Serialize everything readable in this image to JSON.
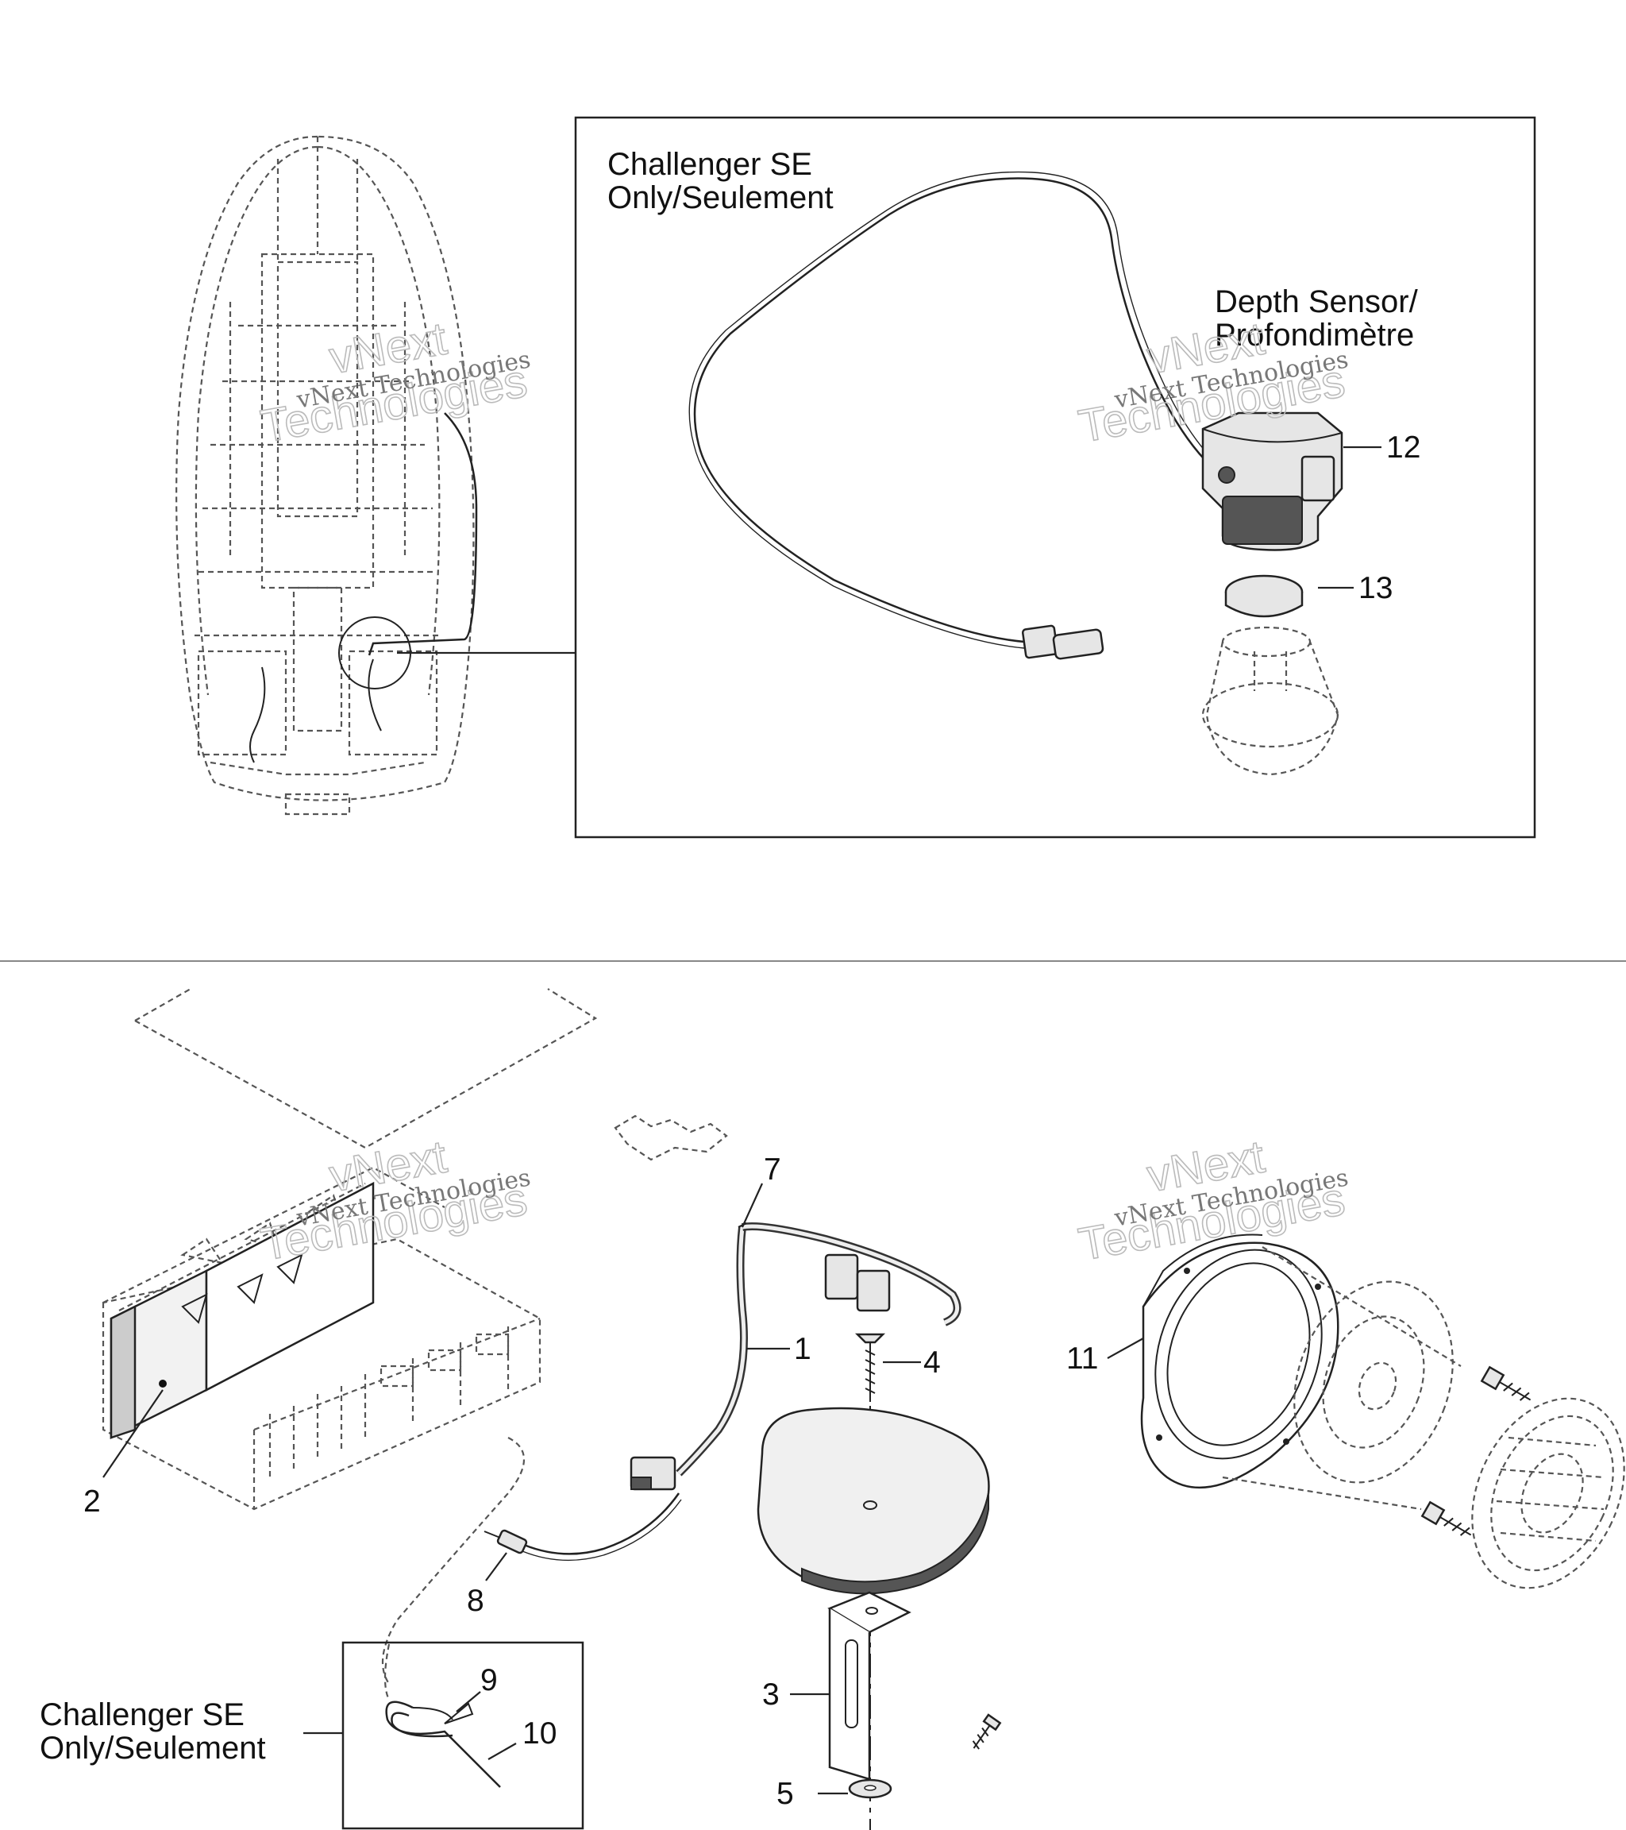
{
  "captions": {
    "challenger_top": [
      "Challenger SE",
      "Only/Seulement"
    ],
    "depth_sensor": [
      "Depth Sensor/",
      "Profondimètre"
    ],
    "challenger_bottom": [
      "Challenger SE",
      "Only/Seulement"
    ]
  },
  "callouts": [
    {
      "id": "1",
      "text": "1"
    },
    {
      "id": "2",
      "text": "2"
    },
    {
      "id": "3",
      "text": "3"
    },
    {
      "id": "4",
      "text": "4"
    },
    {
      "id": "5",
      "text": "5"
    },
    {
      "id": "7",
      "text": "7"
    },
    {
      "id": "8",
      "text": "8"
    },
    {
      "id": "9",
      "text": "9"
    },
    {
      "id": "10",
      "text": "10"
    },
    {
      "id": "11",
      "text": "11"
    },
    {
      "id": "12",
      "text": "12"
    },
    {
      "id": "13",
      "text": "13"
    }
  ],
  "watermark": {
    "line1": "vNext Technologies",
    "big1": "vNext",
    "big2": "Technologies"
  }
}
